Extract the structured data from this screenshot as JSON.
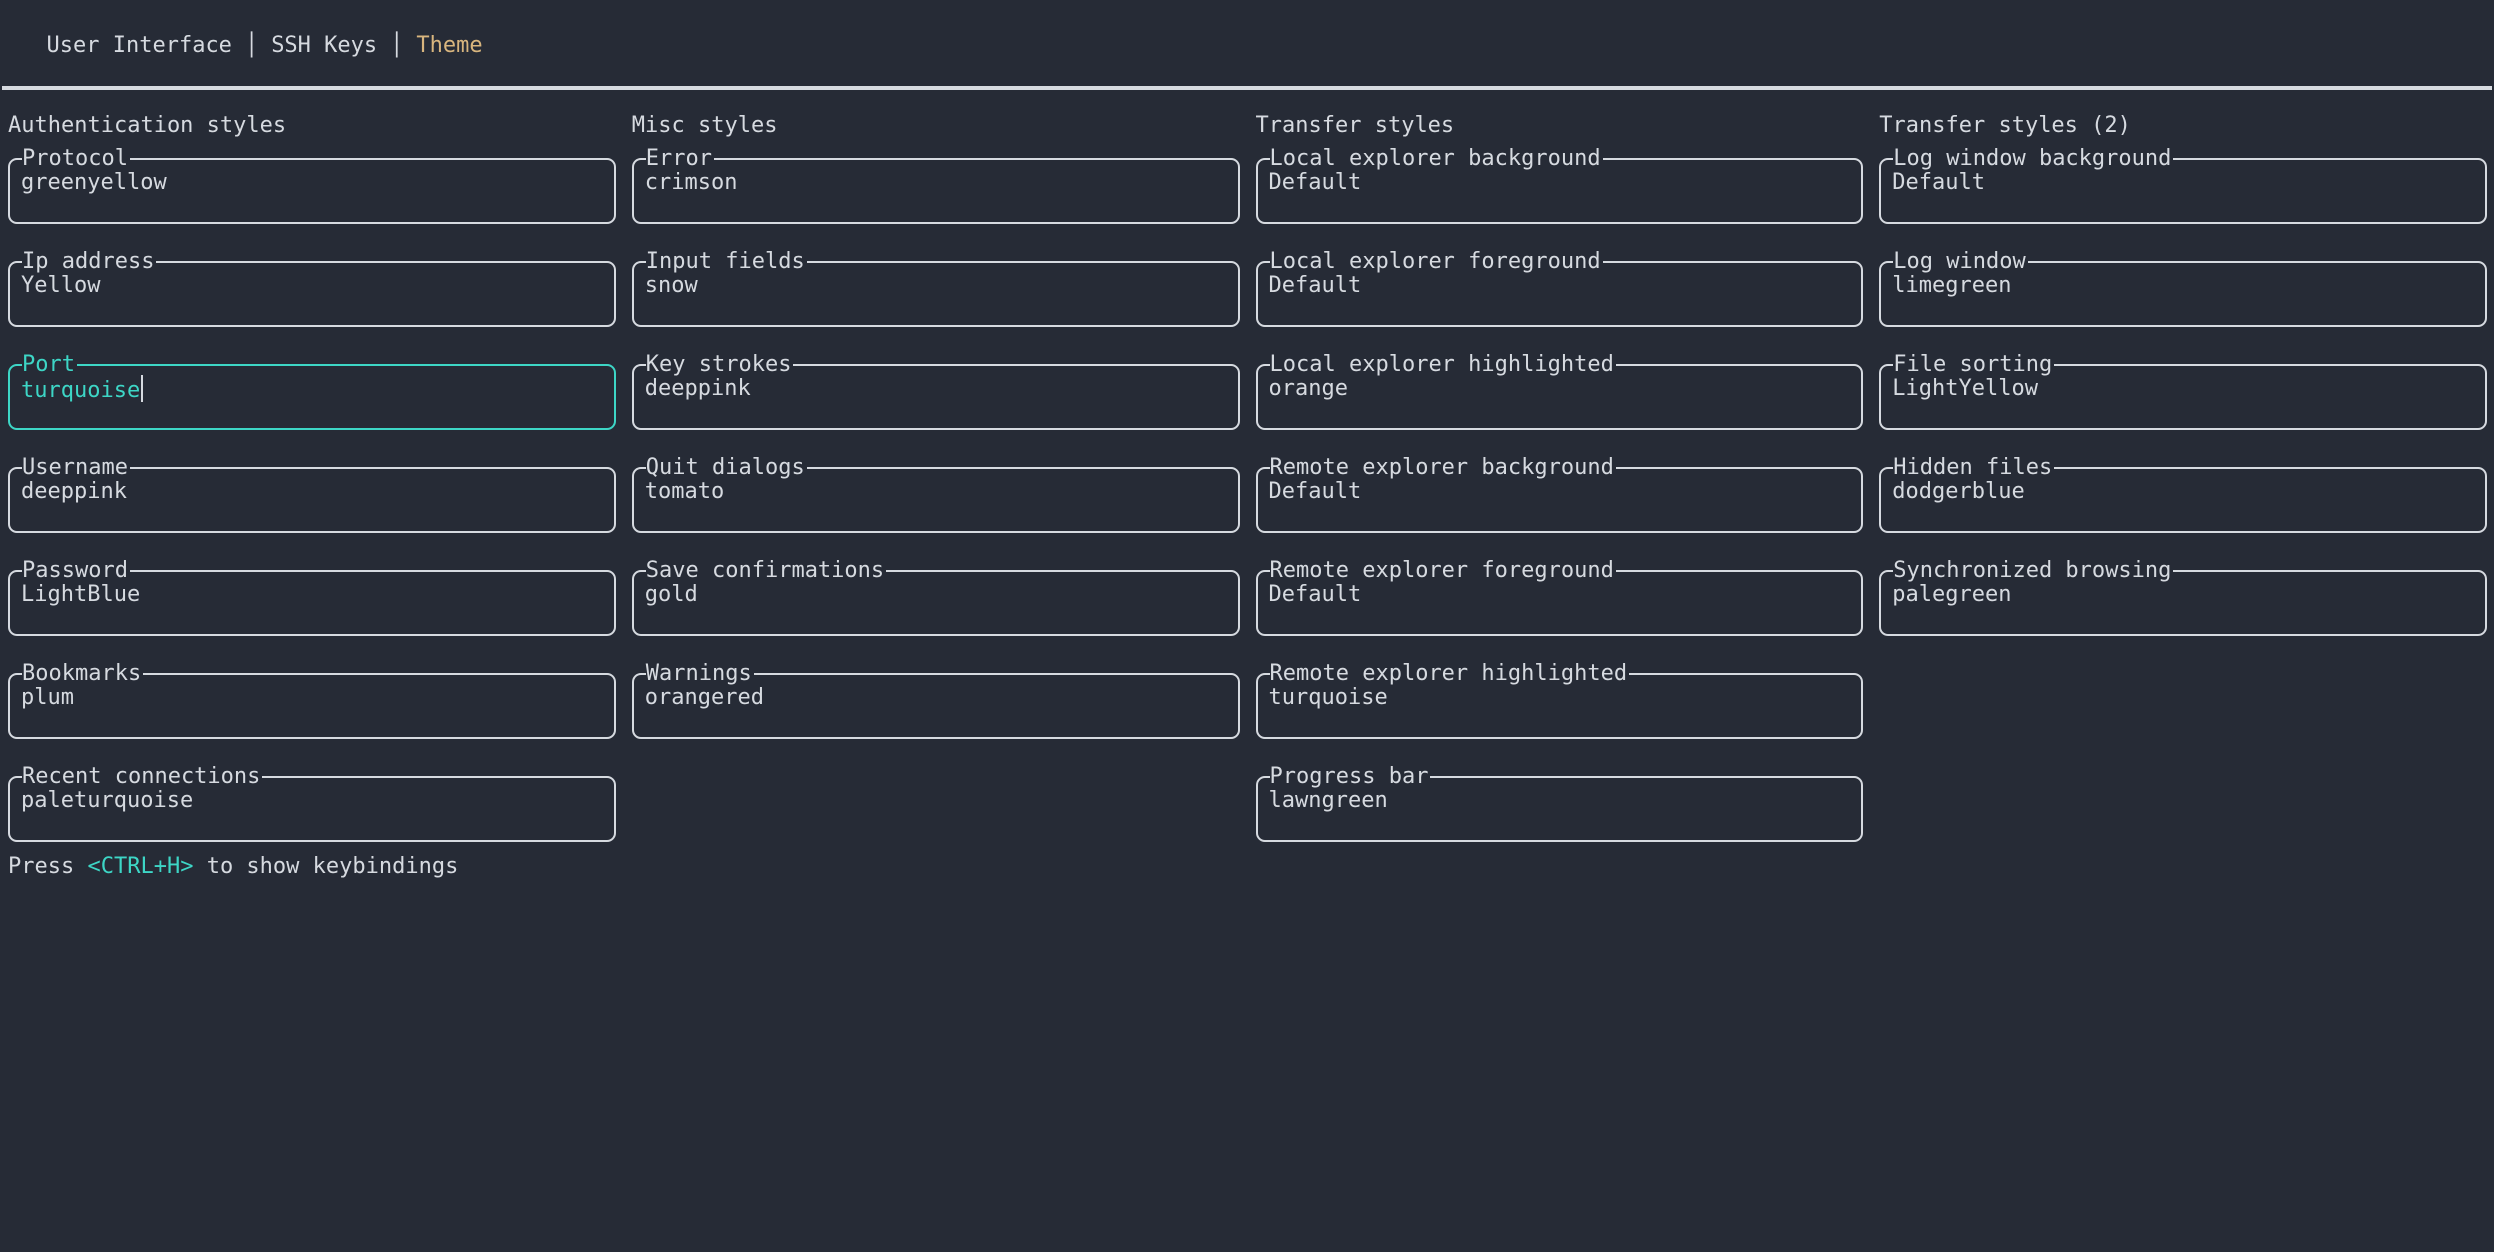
{
  "tabs": {
    "separator": "│",
    "items": [
      {
        "label": "User Interface",
        "active": false
      },
      {
        "label": "SSH Keys",
        "active": false
      },
      {
        "label": "Theme",
        "active": true
      }
    ]
  },
  "columns": [
    {
      "title": "Authentication styles",
      "fields": [
        {
          "label": "Protocol",
          "value": "greenyellow"
        },
        {
          "label": "Ip address",
          "value": "Yellow"
        },
        {
          "label": "Port",
          "value": "turquoise",
          "focused": true
        },
        {
          "label": "Username",
          "value": "deeppink"
        },
        {
          "label": "Password",
          "value": "LightBlue"
        },
        {
          "label": "Bookmarks",
          "value": "plum"
        },
        {
          "label": "Recent connections",
          "value": "paleturquoise"
        }
      ]
    },
    {
      "title": "Misc styles",
      "fields": [
        {
          "label": "Error",
          "value": "crimson"
        },
        {
          "label": "Input fields",
          "value": "snow"
        },
        {
          "label": "Key strokes",
          "value": "deeppink"
        },
        {
          "label": "Quit dialogs",
          "value": "tomato"
        },
        {
          "label": "Save confirmations",
          "value": "gold"
        },
        {
          "label": "Warnings",
          "value": "orangered"
        }
      ]
    },
    {
      "title": "Transfer styles",
      "fields": [
        {
          "label": "Local explorer background",
          "value": "Default"
        },
        {
          "label": "Local explorer foreground",
          "value": "Default"
        },
        {
          "label": "Local explorer highlighted",
          "value": "orange"
        },
        {
          "label": "Remote explorer background",
          "value": "Default"
        },
        {
          "label": "Remote explorer foreground",
          "value": "Default"
        },
        {
          "label": "Remote explorer highlighted",
          "value": "turquoise"
        },
        {
          "label": "Progress bar",
          "value": "lawngreen"
        }
      ]
    },
    {
      "title": "Transfer styles (2)",
      "fields": [
        {
          "label": "Log window background",
          "value": "Default"
        },
        {
          "label": "Log window",
          "value": "limegreen"
        },
        {
          "label": "File sorting",
          "value": "LightYellow"
        },
        {
          "label": "Hidden files",
          "value": "dodgerblue"
        },
        {
          "label": "Synchronized browsing",
          "value": "palegreen"
        }
      ]
    }
  ],
  "footer": {
    "prefix": "Press ",
    "key": "<CTRL+H>",
    "suffix": " to show keybindings"
  },
  "colors": {
    "background": "#262b36",
    "foreground": "#d6dae0",
    "focus": "#3dd6c6",
    "tab_active": "#d8b57e"
  }
}
